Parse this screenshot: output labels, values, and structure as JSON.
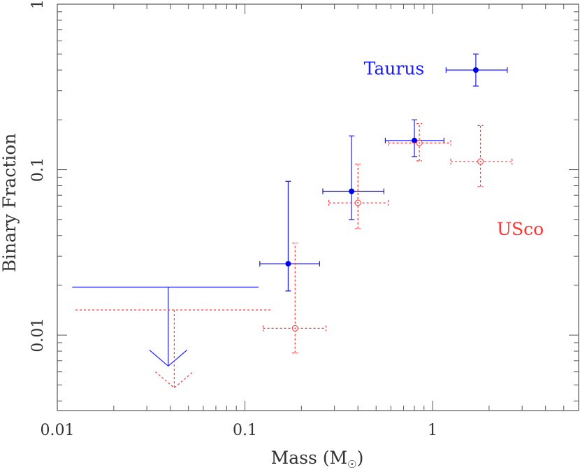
{
  "chart_data": {
    "type": "scatter",
    "xlabel": "Mass (M",
    "xlabel_subscript": "☉",
    "xlabel_close": ")",
    "ylabel": "Binary Fraction",
    "x_scale": "log",
    "y_scale": "log",
    "xlim": [
      0.01,
      6.0
    ],
    "ylim": [
      0.0035,
      1.0
    ],
    "x_ticks": [
      {
        "value": 0.01,
        "label": "0.01"
      },
      {
        "value": 0.1,
        "label": "0.1"
      },
      {
        "value": 1,
        "label": "1"
      }
    ],
    "y_ticks": [
      {
        "value": 0.01,
        "label": "0.01"
      },
      {
        "value": 0.1,
        "label": "0.1"
      },
      {
        "value": 1,
        "label": "1"
      }
    ],
    "grid": false,
    "series": [
      {
        "name": "Taurus",
        "color": "#1a1aff",
        "line_style": "solid",
        "marker": "filled-circle",
        "points": [
          {
            "x": 0.17,
            "y": 0.027,
            "xlo": 0.12,
            "xhi": 0.25,
            "ylo": 0.0185,
            "yhi": 0.085
          },
          {
            "x": 0.37,
            "y": 0.074,
            "xlo": 0.26,
            "xhi": 0.55,
            "ylo": 0.05,
            "yhi": 0.16
          },
          {
            "x": 0.8,
            "y": 0.15,
            "xlo": 0.56,
            "xhi": 1.15,
            "ylo": 0.12,
            "yhi": 0.2
          },
          {
            "x": 1.7,
            "y": 0.4,
            "xlo": 1.18,
            "xhi": 2.5,
            "ylo": 0.32,
            "yhi": 0.5
          }
        ],
        "upper_limit": {
          "y": 0.0195,
          "xlo": 0.012,
          "xhi": 0.118,
          "x_arrow": 0.039,
          "y_arrow_tip": 0.0065
        }
      },
      {
        "name": "USco",
        "color": "#ff3333",
        "line_style": "dotted",
        "marker": "open-circle-dot",
        "points": [
          {
            "x": 0.185,
            "y": 0.011,
            "xlo": 0.125,
            "xhi": 0.27,
            "ylo": 0.0078,
            "yhi": 0.036
          },
          {
            "x": 0.4,
            "y": 0.063,
            "xlo": 0.28,
            "xhi": 0.58,
            "ylo": 0.044,
            "yhi": 0.108
          },
          {
            "x": 0.85,
            "y": 0.145,
            "xlo": 0.58,
            "xhi": 1.25,
            "ylo": 0.113,
            "yhi": 0.19
          },
          {
            "x": 1.8,
            "y": 0.112,
            "xlo": 1.25,
            "xhi": 2.65,
            "ylo": 0.079,
            "yhi": 0.185
          }
        ],
        "upper_limit": {
          "y": 0.0142,
          "xlo": 0.0125,
          "xhi": 0.14,
          "x_arrow": 0.042,
          "y_arrow_tip": 0.0048
        }
      }
    ],
    "annotations": [
      {
        "text": "Taurus",
        "series": 0,
        "x": 0.43,
        "y": 0.4
      },
      {
        "text": "USco",
        "series": 1,
        "x": 2.2,
        "y": 0.043
      }
    ]
  }
}
